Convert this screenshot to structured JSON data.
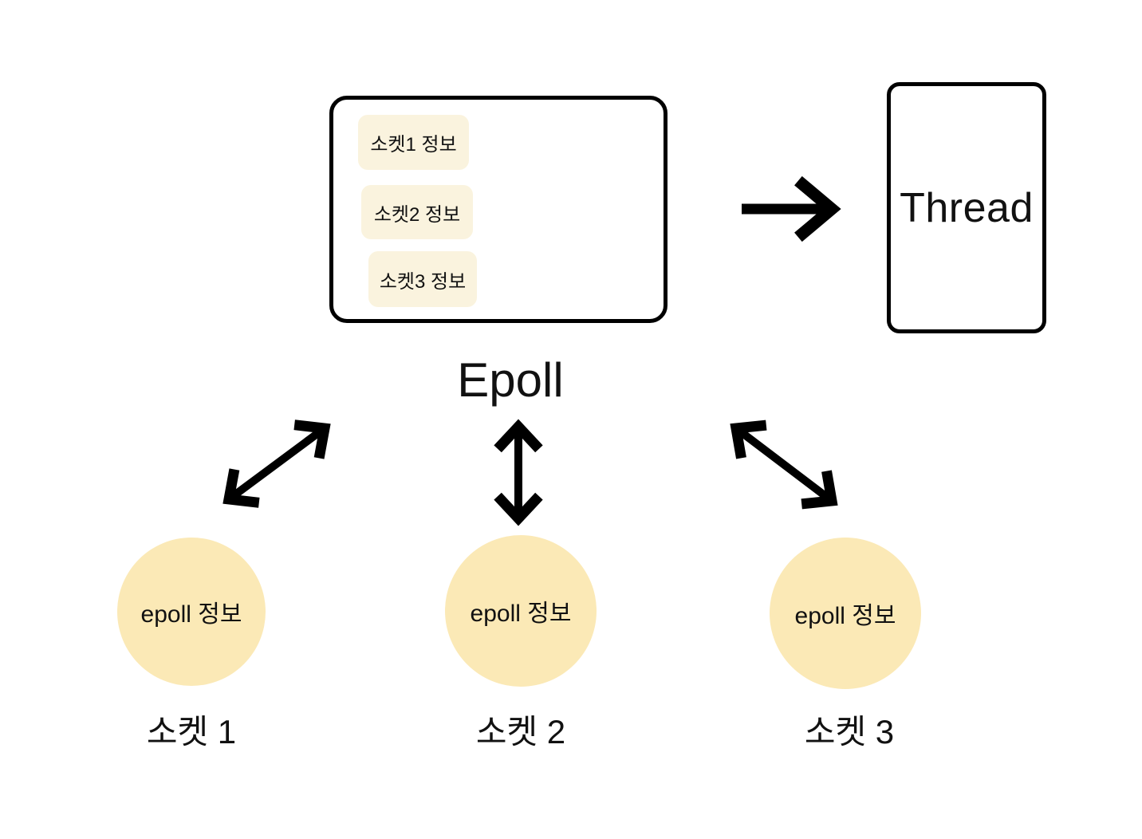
{
  "epoll": {
    "label": "Epoll",
    "entries": [
      {
        "label": "소켓1 정보"
      },
      {
        "label": "소켓2 정보"
      },
      {
        "label": "소켓3 정보"
      }
    ]
  },
  "thread": {
    "label": "Thread"
  },
  "sockets": [
    {
      "info": "epoll 정보",
      "label": "소켓 1"
    },
    {
      "info": "epoll 정보",
      "label": "소켓 2"
    },
    {
      "info": "epoll 정보",
      "label": "소켓 3"
    }
  ],
  "colors": {
    "background": "#ffffff",
    "stroke": "#000000",
    "chip_fill": "#faf3de",
    "circle_fill": "#fbe9b6",
    "text": "#111111",
    "arrow": "#000000"
  }
}
